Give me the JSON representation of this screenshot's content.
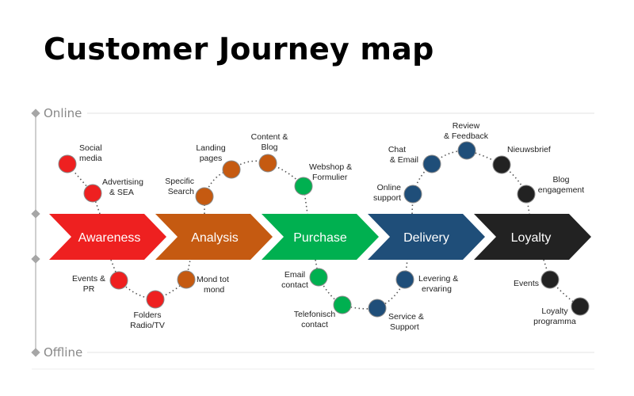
{
  "title": "Customer Journey map",
  "axis": {
    "online": "Online",
    "offline": "Offline"
  },
  "colors": {
    "awareness": "#ee2020",
    "analysis": "#c55a11",
    "purchase": "#00b050",
    "delivery": "#1f4e79",
    "loyalty": "#222222"
  },
  "stages": [
    {
      "id": "awareness",
      "label": "Awareness"
    },
    {
      "id": "analysis",
      "label": "Analysis"
    },
    {
      "id": "purchase",
      "label": "Purchase"
    },
    {
      "id": "delivery",
      "label": "Delivery"
    },
    {
      "id": "loyalty",
      "label": "Loyalty"
    }
  ],
  "touchpoints": {
    "social_media": [
      "Social",
      "media"
    ],
    "advertising_sea": [
      "Advertising",
      "& SEA"
    ],
    "specific_search": [
      "Specific",
      "Search"
    ],
    "landing_pages": [
      "Landing",
      "pages"
    ],
    "content_blog": [
      "Content &",
      "Blog"
    ],
    "webshop_formulier": [
      "Webshop &",
      "Formulier"
    ],
    "online_support": [
      "Online",
      "support"
    ],
    "chat_email": [
      "Chat",
      "& Email"
    ],
    "review_feedback": [
      "Review",
      "& Feedback"
    ],
    "nieuwsbrief": [
      "Nieuwsbrief"
    ],
    "blog_engagement": [
      "Blog",
      "engagement"
    ],
    "events_pr": [
      "Events &",
      "PR"
    ],
    "folders_radio_tv": [
      "Folders",
      "Radio/TV"
    ],
    "mond_tot_mond": [
      "Mond tot",
      "mond"
    ],
    "email_contact": [
      "Email",
      "contact"
    ],
    "telefonisch_contact": [
      "Telefonisch",
      "contact"
    ],
    "service_support": [
      "Service &",
      "Support"
    ],
    "levering_ervaring": [
      "Levering &",
      "ervaring"
    ],
    "events": [
      "Events"
    ],
    "loyalty_programma": [
      "Loyalty",
      "programma"
    ]
  }
}
